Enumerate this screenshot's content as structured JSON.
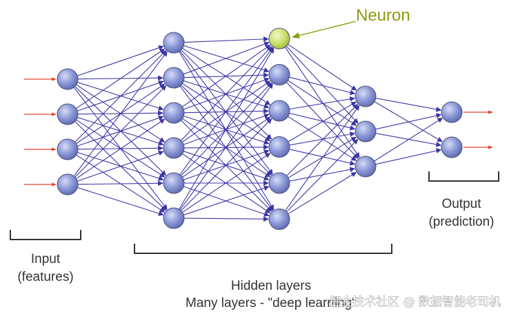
{
  "callout": {
    "text": "Neuron"
  },
  "labels": {
    "input_line1": "Input",
    "input_line2": "(features)",
    "output_line1": "Output",
    "output_line2": "(prediction)",
    "hidden_line1": "Hidden layers",
    "hidden_line2": "Many layers - \"deep learning\""
  },
  "network": {
    "layers": [
      4,
      6,
      6,
      3,
      2
    ],
    "highlighted_neuron": {
      "layer": 2,
      "index": 0
    }
  },
  "watermark": {
    "text": "掘金技术社区 @ 数据智能老司机"
  },
  "colors": {
    "node_fill": "#8a97d6",
    "node_stroke": "#4a4f7a",
    "highlight_fill": "#c9e06a",
    "edge": "#3b35a8",
    "io_arrow": "#e0402a",
    "callout": "#8f9a10",
    "bracket": "#333333",
    "label": "#333333"
  }
}
